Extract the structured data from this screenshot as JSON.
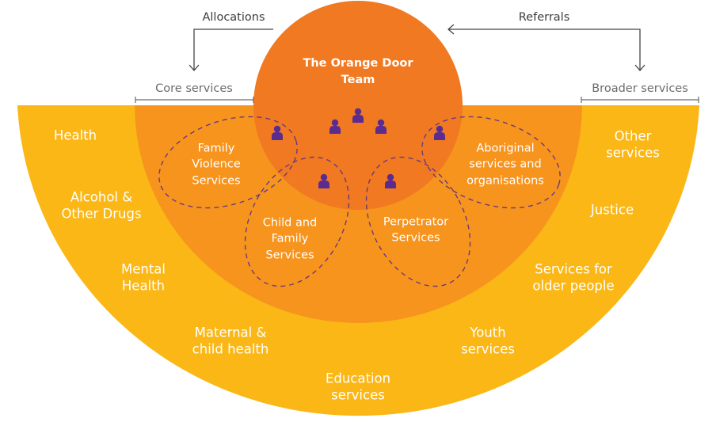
{
  "colors": {
    "outer_ring": "#FBB716",
    "middle_ring": "#F7941E",
    "team_circle": "#F07922",
    "person_icon": "#5B2C8F",
    "dashed_outline": "#6B3A7A",
    "arrow_lines": "#444444",
    "bracket_text": "#6B6B6B"
  },
  "flows": {
    "allocations_label": "Allocations",
    "referrals_label": "Referrals"
  },
  "brackets": {
    "core_label": "Core services",
    "broader_label": "Broader services"
  },
  "team": {
    "title_line1": "The Orange Door",
    "title_line2": "Team",
    "person_icon": "person-icon"
  },
  "core_services": [
    {
      "line1": "Family",
      "line2": "Violence",
      "line3": "Services"
    },
    {
      "line1": "Child and",
      "line2": "Family",
      "line3": "Services"
    },
    {
      "line1": "Perpetrator",
      "line2": "Services"
    },
    {
      "line1": "Aboriginal",
      "line2": "services and",
      "line3": "organisations"
    }
  ],
  "broader_services": [
    {
      "line1": "Health"
    },
    {
      "line1": "Alcohol &",
      "line2": "Other Drugs"
    },
    {
      "line1": "Mental",
      "line2": "Health"
    },
    {
      "line1": "Maternal &",
      "line2": "child health"
    },
    {
      "line1": "Education",
      "line2": "services"
    },
    {
      "line1": "Youth",
      "line2": "services"
    },
    {
      "line1": "Services for",
      "line2": "older people"
    },
    {
      "line1": "Justice"
    },
    {
      "line1": "Other",
      "line2": "services"
    }
  ]
}
